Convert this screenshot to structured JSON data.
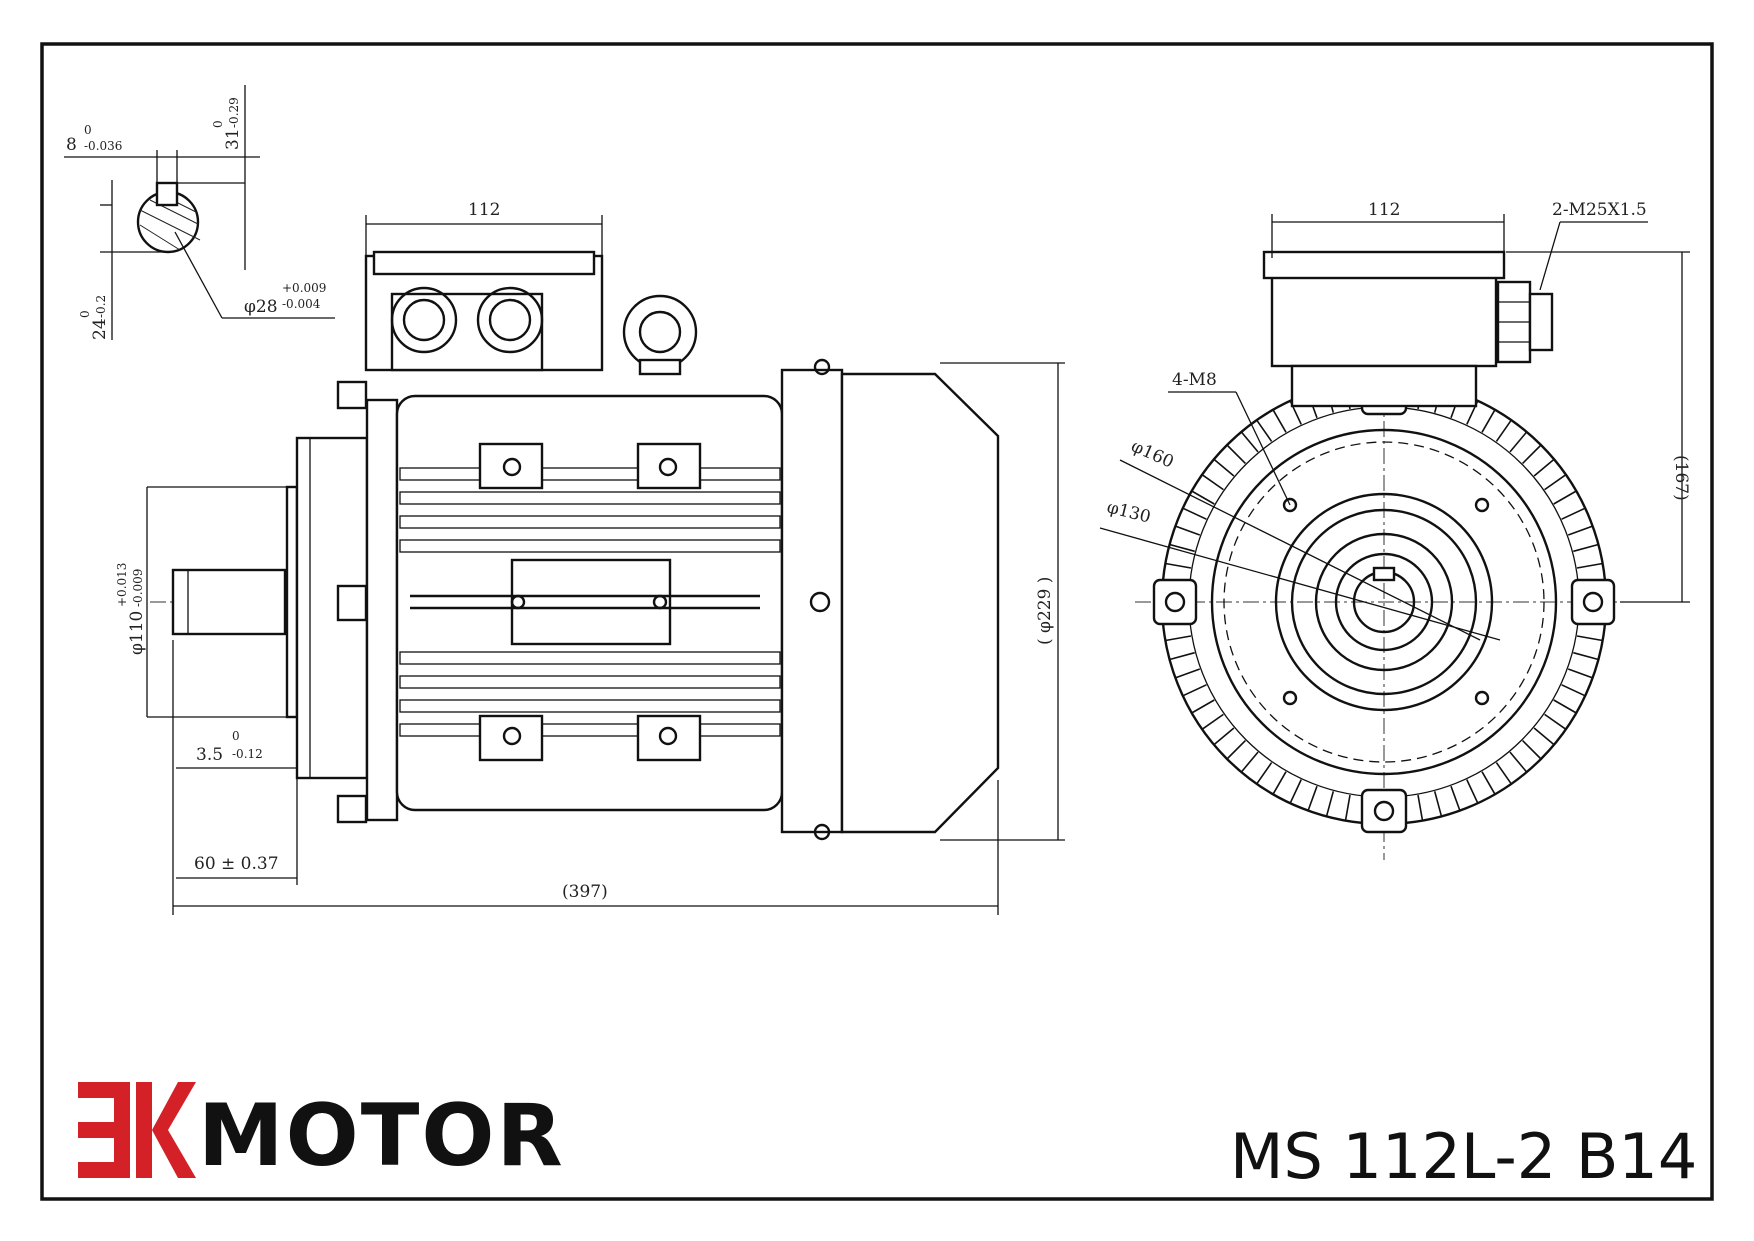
{
  "brand": {
    "mark": "EK",
    "name": "MOTOR",
    "mark_color": "#d42027",
    "text_color": "#111111"
  },
  "model": "MS 112L-2 B14",
  "dimensions": {
    "key_width": "8",
    "key_width_tol_upper": "0",
    "key_width_tol_lower": "-0.036",
    "shaft_height": "31",
    "shaft_height_tol_upper": "0",
    "shaft_height_tol_lower": "-0.29",
    "key_depth": "24",
    "key_depth_tol_upper": "0",
    "key_depth_tol_lower": "-0.2",
    "shaft_dia": "φ28",
    "shaft_dia_tol_upper": "+0.009",
    "shaft_dia_tol_lower": "-0.004",
    "terminal_box_width": "112",
    "flange_spigot": "φ110",
    "flange_spigot_tol_upper": "+0.013",
    "flange_spigot_tol_lower": "-0.009",
    "spigot_depth": "3.5",
    "spigot_depth_tol_upper": "0",
    "spigot_depth_tol_lower": "-0.12",
    "shaft_length": "60 ± 0.37",
    "overall_length": "(397)",
    "body_dia": "( φ229 )",
    "side_box_width": "112",
    "gland": "2-M25X1.5",
    "flange_holes": "4-M8",
    "pcd": "φ160",
    "flange_inner": "φ130",
    "overall_height": "(167)"
  }
}
